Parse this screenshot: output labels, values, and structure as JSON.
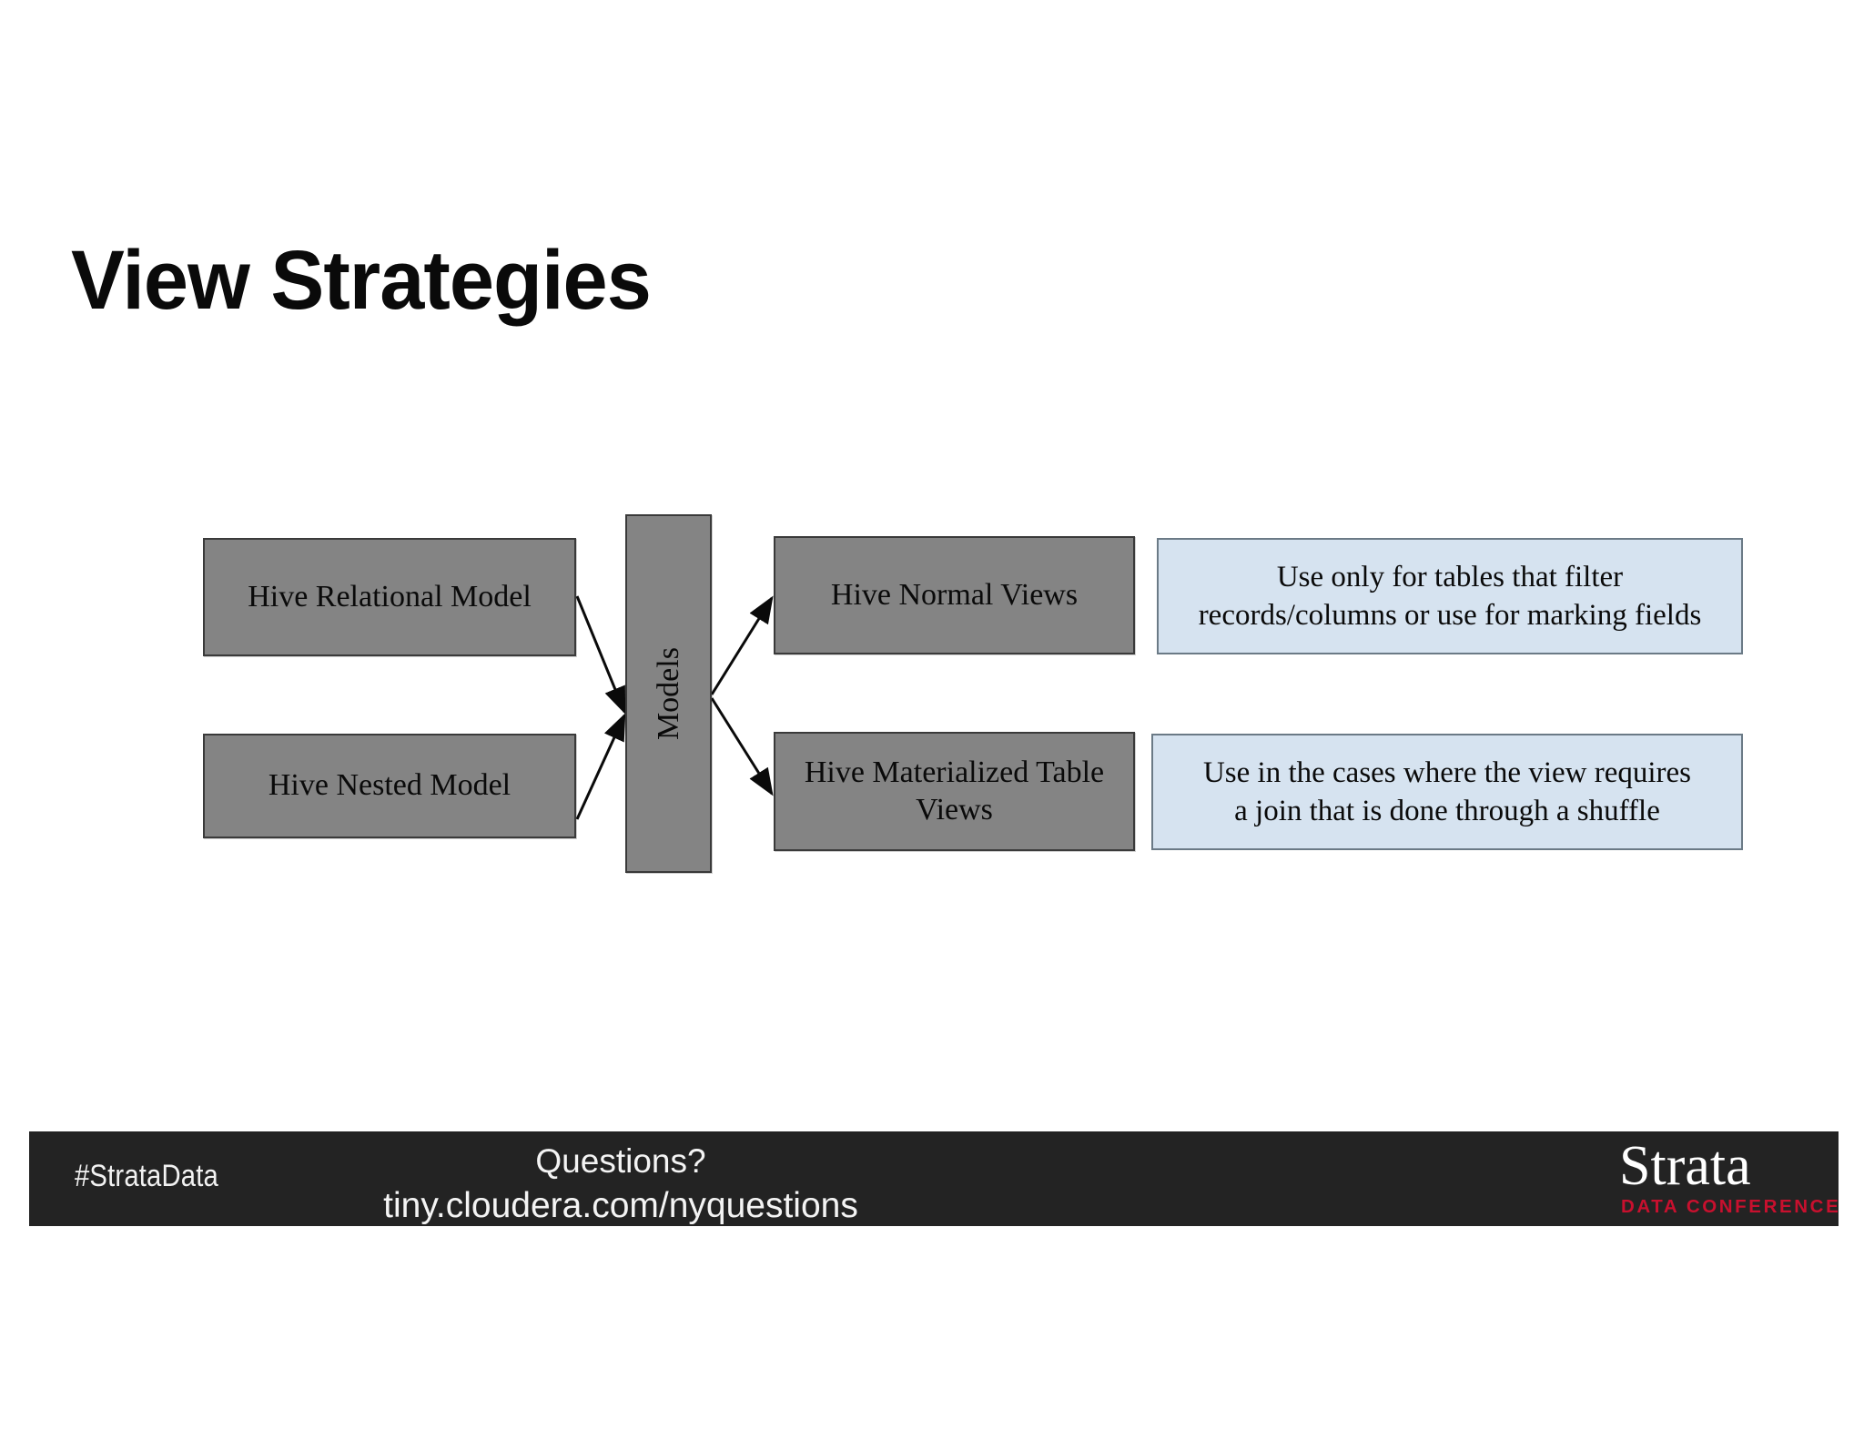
{
  "slide": {
    "title": "View Strategies",
    "background_color": "#ffffff"
  },
  "diagram": {
    "type": "flow",
    "box_fill": "#848484",
    "box_border": "#3a3a3a",
    "note_fill": "#d6e3f0",
    "note_border": "#6b7a86",
    "sources": [
      {
        "id": "relational",
        "label": "Hive Relational Model"
      },
      {
        "id": "nested",
        "label": "Hive Nested Model"
      }
    ],
    "hub": {
      "id": "models",
      "label": "Models",
      "orientation": "vertical"
    },
    "targets": [
      {
        "id": "normal-views",
        "label": "Hive Normal Views"
      },
      {
        "id": "materialized",
        "label": "Hive Materialized Table Views"
      }
    ],
    "notes": [
      {
        "id": "note-normal-views",
        "line1": "Use only for tables that filter",
        "line2": "records/columns or use for marking fields"
      },
      {
        "id": "note-materialized",
        "line1": "Use in the cases where the view requires",
        "line2": "a join that is done through a shuffle"
      }
    ]
  },
  "footer": {
    "background_color": "#232323",
    "hashtag": "#StrataData",
    "questions_line1": "Questions?",
    "questions_line2": "tiny.cloudera.com/nyquestions",
    "logo_word": "Strata",
    "logo_subtitle": "DATA CONFERENCE",
    "logo_accent_color": "#c8102e"
  }
}
